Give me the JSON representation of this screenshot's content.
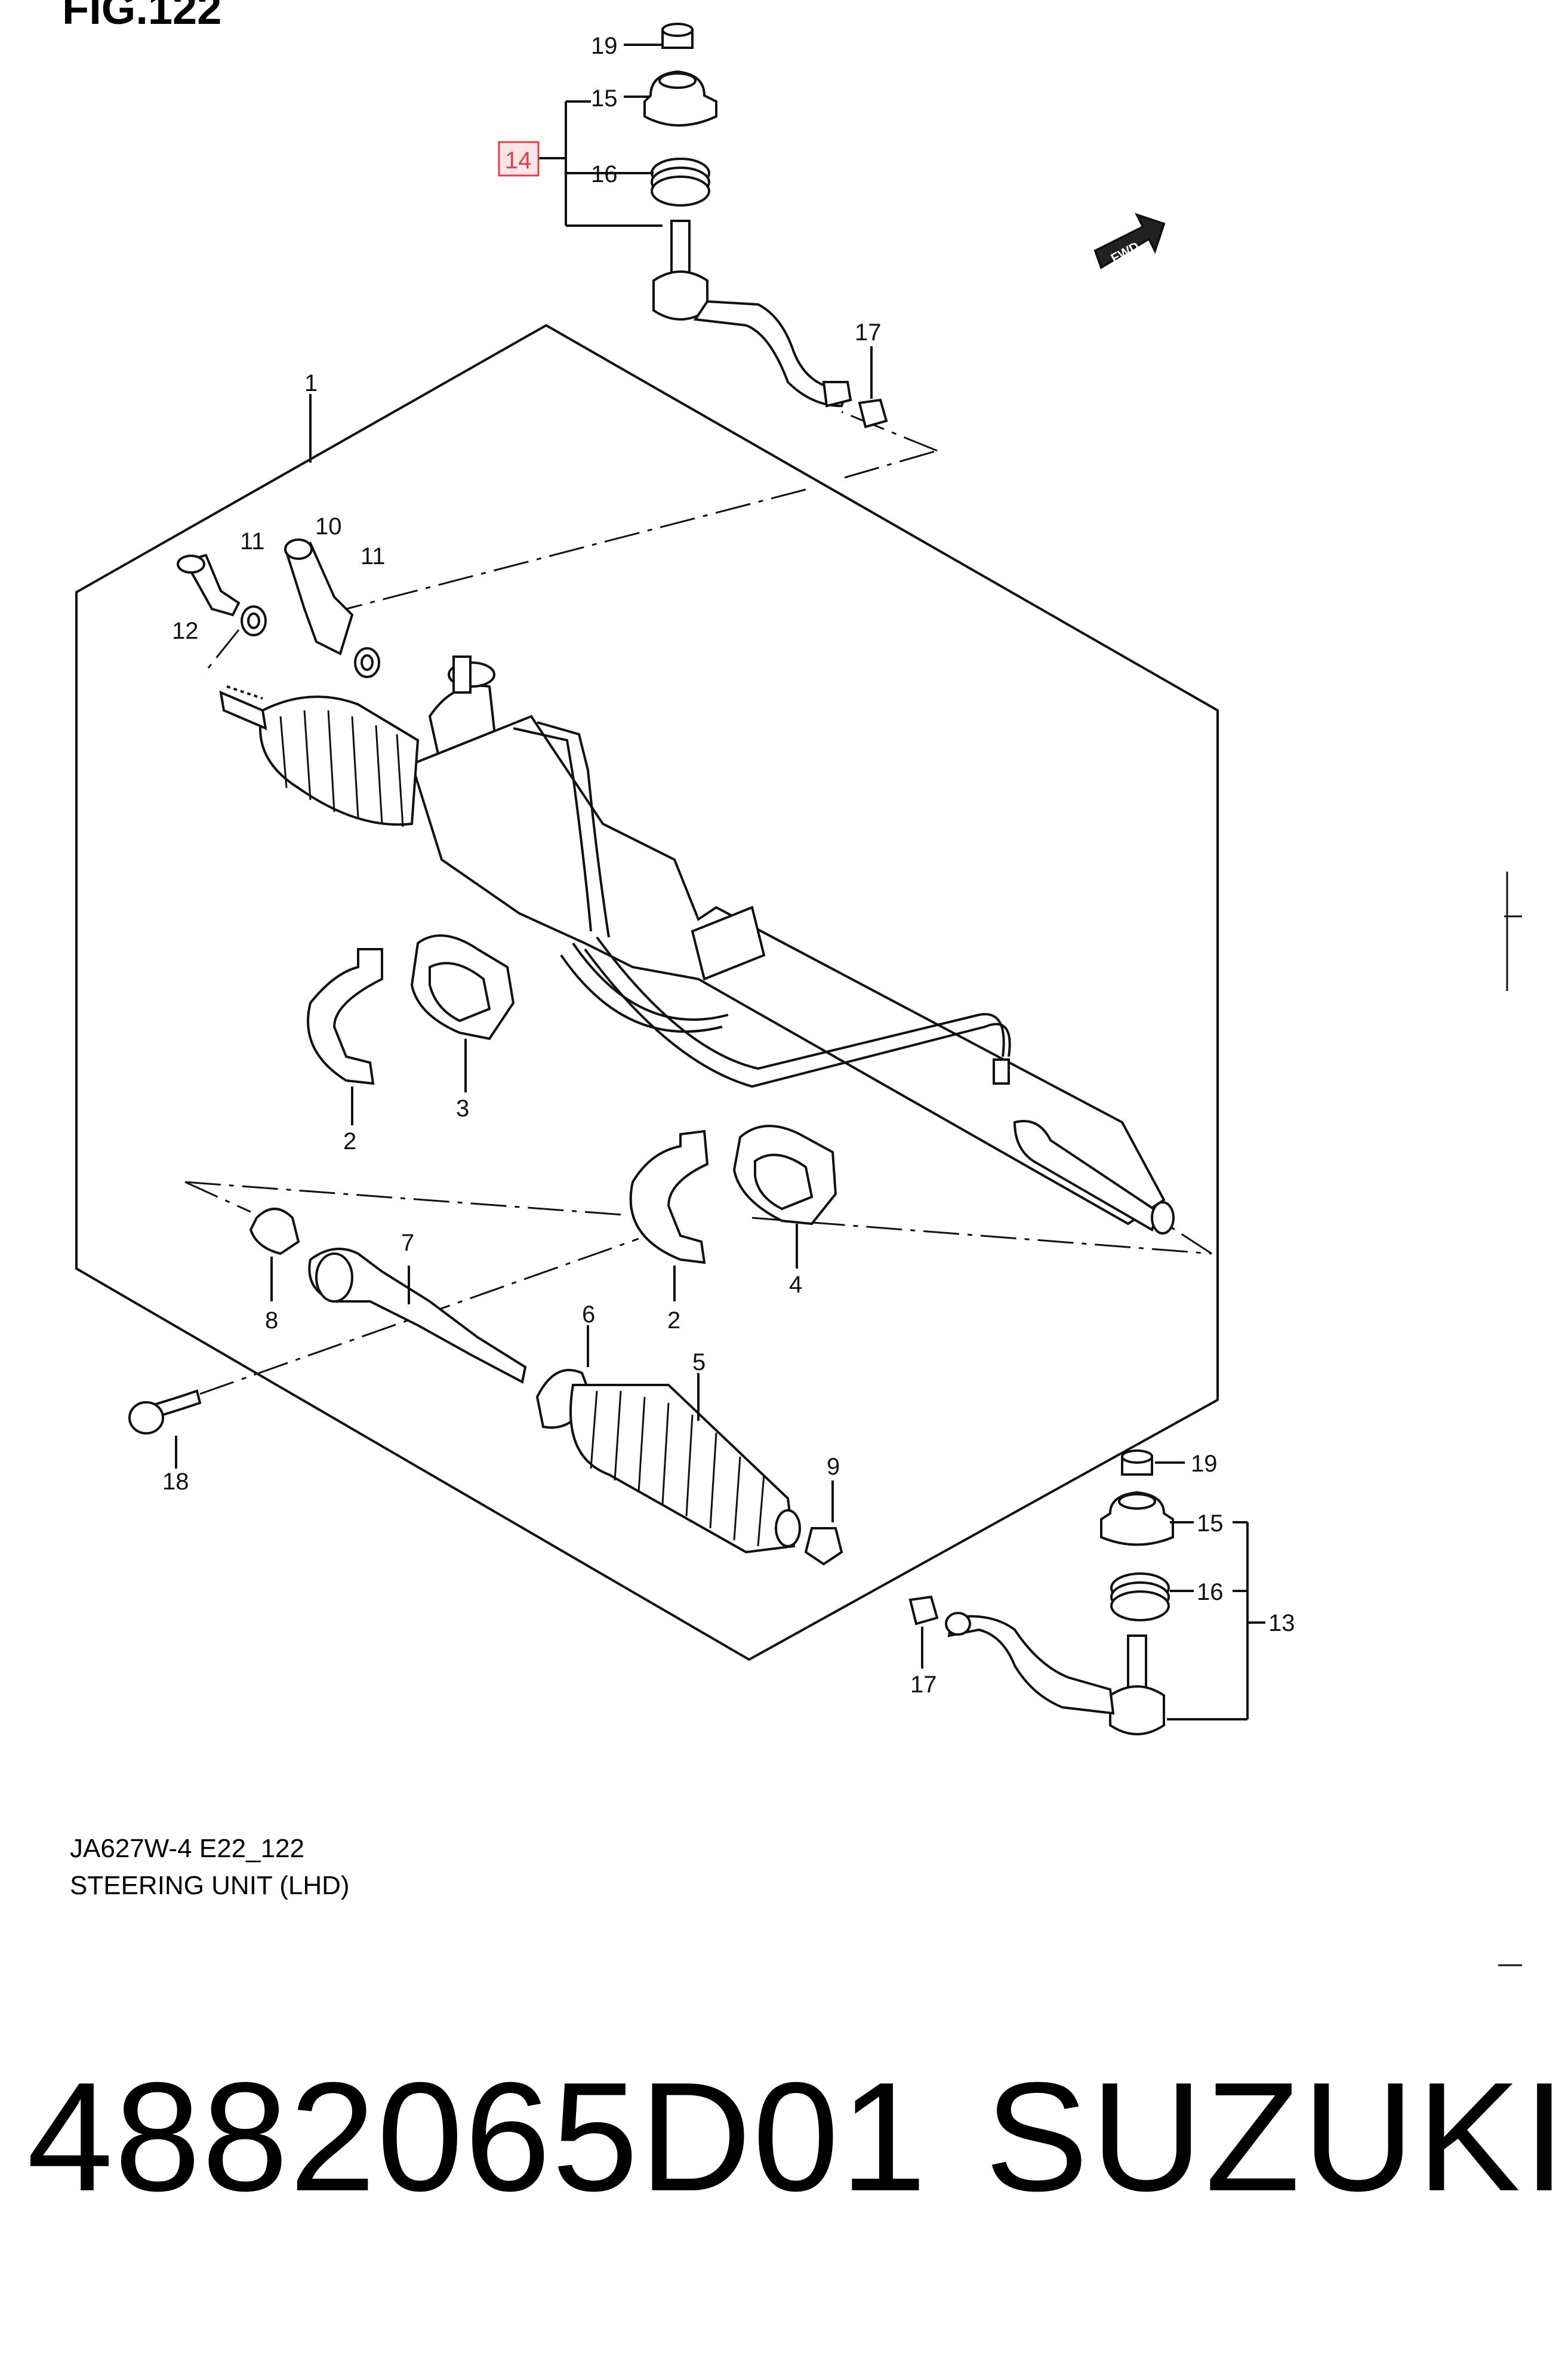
{
  "figure": {
    "title": "FIG.122",
    "code": "JA627W-4 E22_122",
    "caption": "STEERING UNIT (LHD)",
    "direction_marker": "FWD"
  },
  "callouts": {
    "c1": "1",
    "c2a": "2",
    "c2b": "2",
    "c3": "3",
    "c4": "4",
    "c5": "5",
    "c6": "6",
    "c7": "7",
    "c8": "8",
    "c9": "9",
    "c10": "10",
    "c11a": "11",
    "c11b": "11",
    "c12": "12",
    "c13": "13",
    "c14": "14",
    "c15a": "15",
    "c15b": "15",
    "c16a": "16",
    "c16b": "16",
    "c17a": "17",
    "c17b": "17",
    "c18": "18",
    "c19a": "19",
    "c19b": "19"
  },
  "highlight_color": "#e0404a",
  "product": {
    "part_number": "4882065D01",
    "brand": "SUZUKI"
  }
}
